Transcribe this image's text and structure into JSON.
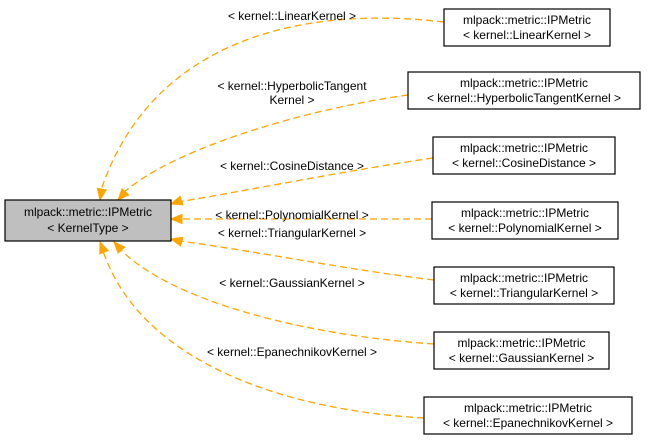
{
  "base_node": {
    "line1": "mlpack::metric::IPMetric",
    "line2": "< KernelType >"
  },
  "edge_color": "#ffa500",
  "base_fill": "#bfbfbf",
  "specializations": [
    {
      "line1": "mlpack::metric::IPMetric",
      "line2": "< kernel::LinearKernel >",
      "label_lines": [
        "< kernel::LinearKernel >"
      ]
    },
    {
      "line1": "mlpack::metric::IPMetric",
      "line2": "< kernel::HyperbolicTangentKernel >",
      "label_lines": [
        "< kernel::HyperbolicTangent",
        "Kernel >"
      ]
    },
    {
      "line1": "mlpack::metric::IPMetric",
      "line2": "< kernel::CosineDistance >",
      "label_lines": [
        "< kernel::CosineDistance >"
      ]
    },
    {
      "line1": "mlpack::metric::IPMetric",
      "line2": "< kernel::PolynomialKernel >",
      "label_lines": [
        "< kernel::PolynomialKernel >"
      ]
    },
    {
      "line1": "mlpack::metric::IPMetric",
      "line2": "< kernel::TriangularKernel >",
      "label_lines": [
        "< kernel::TriangularKernel >"
      ]
    },
    {
      "line1": "mlpack::metric::IPMetric",
      "line2": "< kernel::GaussianKernel >",
      "label_lines": [
        "< kernel::GaussianKernel >"
      ]
    },
    {
      "line1": "mlpack::metric::IPMetric",
      "line2": "< kernel::EpanechnikovKernel >",
      "label_lines": [
        "< kernel::EpanechnikovKernel >"
      ]
    }
  ]
}
